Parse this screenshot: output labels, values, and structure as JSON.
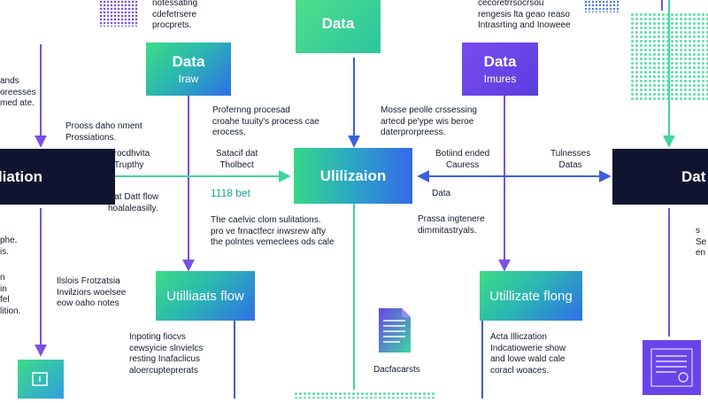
{
  "colors": {
    "green": "#3ddc84",
    "blue": "#2f6fe8",
    "purple": "#6a44ea",
    "dark": "#0f1530",
    "line_green": "#3fd4a0",
    "line_purple": "#7b4fe8",
    "line_blue": "#3b5fe0"
  },
  "nodes": {
    "data_top_center": {
      "title": "Data"
    },
    "data_left": {
      "title": "Data",
      "sub": "Iraw"
    },
    "data_right": {
      "title": "Data",
      "sub": "Imures"
    },
    "utilization_left": {
      "title": "iliation"
    },
    "utilization_center": {
      "title": "Ulilizaion"
    },
    "data_far_right": {
      "title": "Dat"
    },
    "flow_left": {
      "title": "Utilliaats flow"
    },
    "flow_right": {
      "title": "Utillizate flong"
    }
  },
  "labels": {
    "top_left": "notessating\ncdefetrsere\nprocprets.",
    "top_right": "cecoretrrsocrsou\nrengesis lta geao reaso\nIntrasrting and Inoweee",
    "far_left_top": "ands\noreesses\nmed ate.",
    "left_process": "Prooss daho nment\nProssiations.",
    "center_top_left": "Profernng procesad\ncroahe tuuity's process cae\nerocess.",
    "center_top_right": "Mosse peolle crssessing\nartecd pe'ype wis beroe\ndaterprorpreess.",
    "left_mid_a": "Procdhvita\nTrupthy",
    "left_mid_b": "Satacif dat\nTholbect",
    "right_mid_a": "Botiind ended\nCauress",
    "right_mid_b": "Tulnesses\nDatas",
    "center_metric": "1118 bet",
    "center_data": "Data",
    "left_flow_text": "Dat Datt flow\nhoalaleasilly.",
    "center_mid_text": "The caelvic clom sulitations.\npro ve frnactfecr inwsrew afty\nthe polntes vemeclees ods cale",
    "right_mid_text": "Prassa ingtenere\ndimmitastryals.",
    "far_left_mid": "phe.\nis.",
    "far_left_low": "n\nin\nfel\nlition.",
    "left_low_text": "Ilslois Frotzatsia\nInvilziors woelsee\neow oaho notes",
    "far_right_mid": "s\nSe\nen",
    "bottom_left_text": "Inpoting fiocvs\ncewsyicie slnvielcs\nresting Inafaclicus\naloercupteprerats",
    "doc_caption": "Dacfacarsts",
    "bottom_right_text": "Acta Illiczation\nIndcatiowerie show\nand lowe wald cale\ncoracl woaces."
  },
  "icons": {
    "doc_center": "document-icon",
    "doc_right": "document-icon",
    "bottom_left": "app-icon"
  }
}
